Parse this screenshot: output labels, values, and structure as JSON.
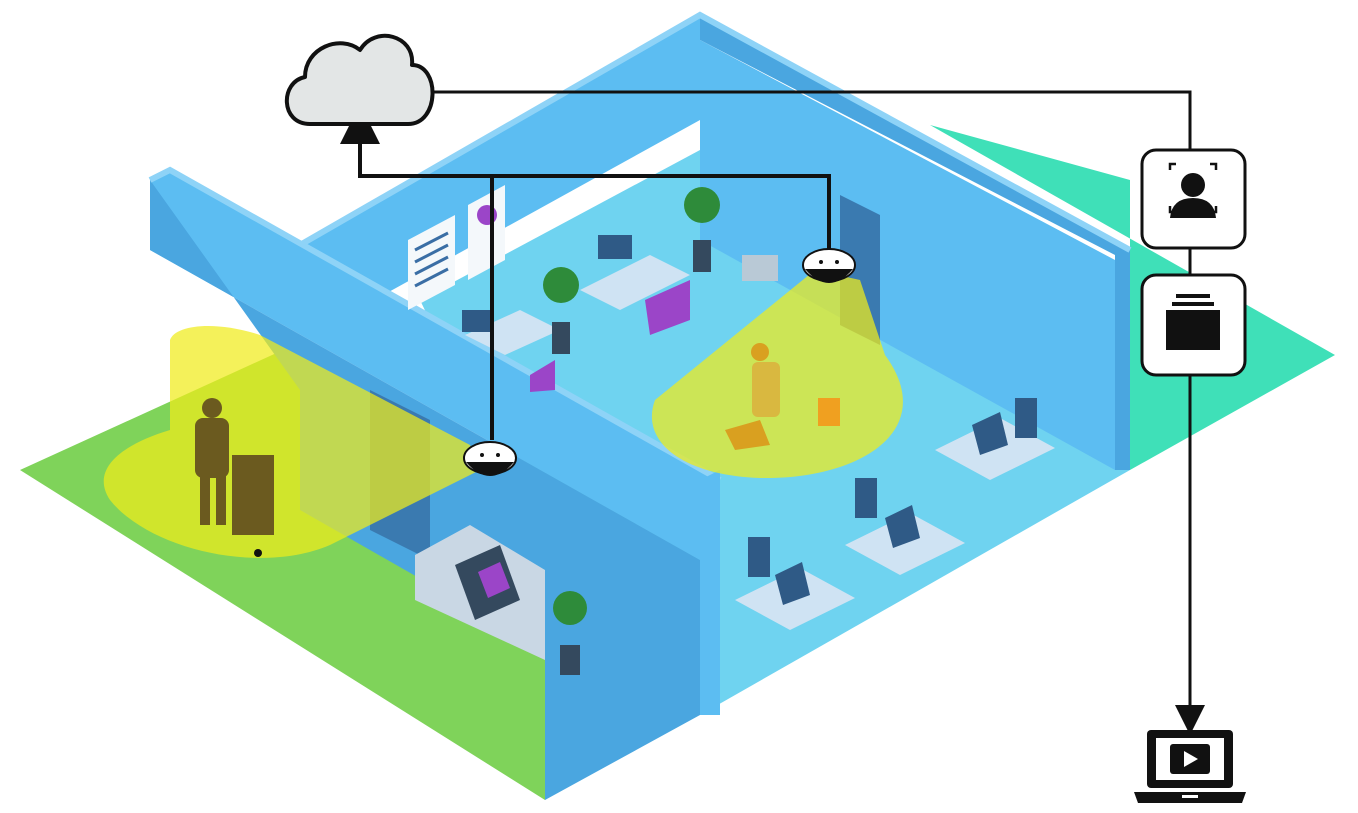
{
  "colors": {
    "background": "#ffffff",
    "wall": "#5cbdf2",
    "wall_shade": "#4aa6e0",
    "wall_top": "#8ed3f7",
    "floor": "#6fd3f0",
    "floor_outer": "#7fd35a",
    "teal_strip": "#3fe0b8",
    "coverage": "#f0ec1a",
    "coverage_opacity": 0.72,
    "line": "#111111",
    "cloud_fill": "#e3e6e6",
    "icon_box": "#ffffff",
    "desk": "#cfe3f3",
    "chair": "#2f5a86",
    "accent_purple": "#9b45c8",
    "plant": "#2e8b3a",
    "bucket": "#f0a020",
    "person_silhouette": "#6b5a1f"
  },
  "icons": {
    "cloud": "cloud-icon",
    "face_recognition": "face-recognition-icon",
    "storage": "storage-stack-icon",
    "monitor": "laptop-video-player-icon",
    "camera": "dome-camera-icon"
  },
  "cameras": [
    {
      "id": "camera-left"
    },
    {
      "id": "camera-right"
    }
  ],
  "processing_chain": [
    "cloud",
    "face_recognition",
    "storage",
    "monitor"
  ]
}
